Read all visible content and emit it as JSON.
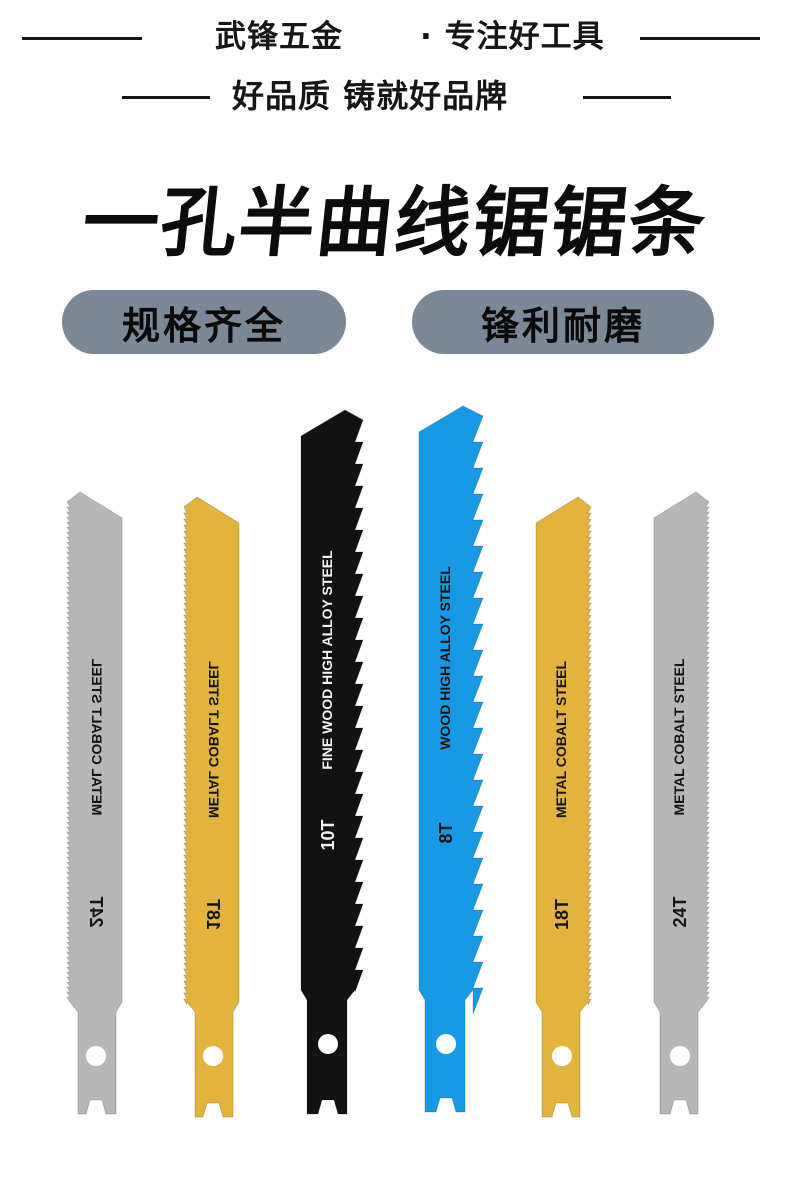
{
  "header": {
    "brand": "武锋五金",
    "slogan_1": "· 专注好工具",
    "slogan_2": "好品质 铸就好品牌"
  },
  "product_title": "一孔半曲线锯锯条",
  "badges": {
    "left": "规格齐全",
    "right": "锋利耐磨"
  },
  "colors": {
    "pill": "#7a8897",
    "silver": "#b7b7b7",
    "gold": "#e3b43b",
    "black": "#121212",
    "blue": "#169ae6"
  },
  "blades": [
    {
      "material": "METAL COBALT STEEL",
      "teeth": "24T",
      "color": "silver",
      "mirrored": true
    },
    {
      "material": "METAL COBALT STEEL",
      "teeth": "18T",
      "color": "gold",
      "mirrored": true
    },
    {
      "material": "FINE WOOD HIGH ALLOY STEEL",
      "teeth": "10T",
      "color": "black",
      "mirrored": false
    },
    {
      "material": "WOOD HIGH ALLOY STEEL",
      "teeth": "8T",
      "color": "blue",
      "mirrored": false
    },
    {
      "material": "METAL COBALT STEEL",
      "teeth": "18T",
      "color": "gold",
      "mirrored": false
    },
    {
      "material": "METAL COBALT STEEL",
      "teeth": "24T",
      "color": "silver",
      "mirrored": false
    }
  ]
}
